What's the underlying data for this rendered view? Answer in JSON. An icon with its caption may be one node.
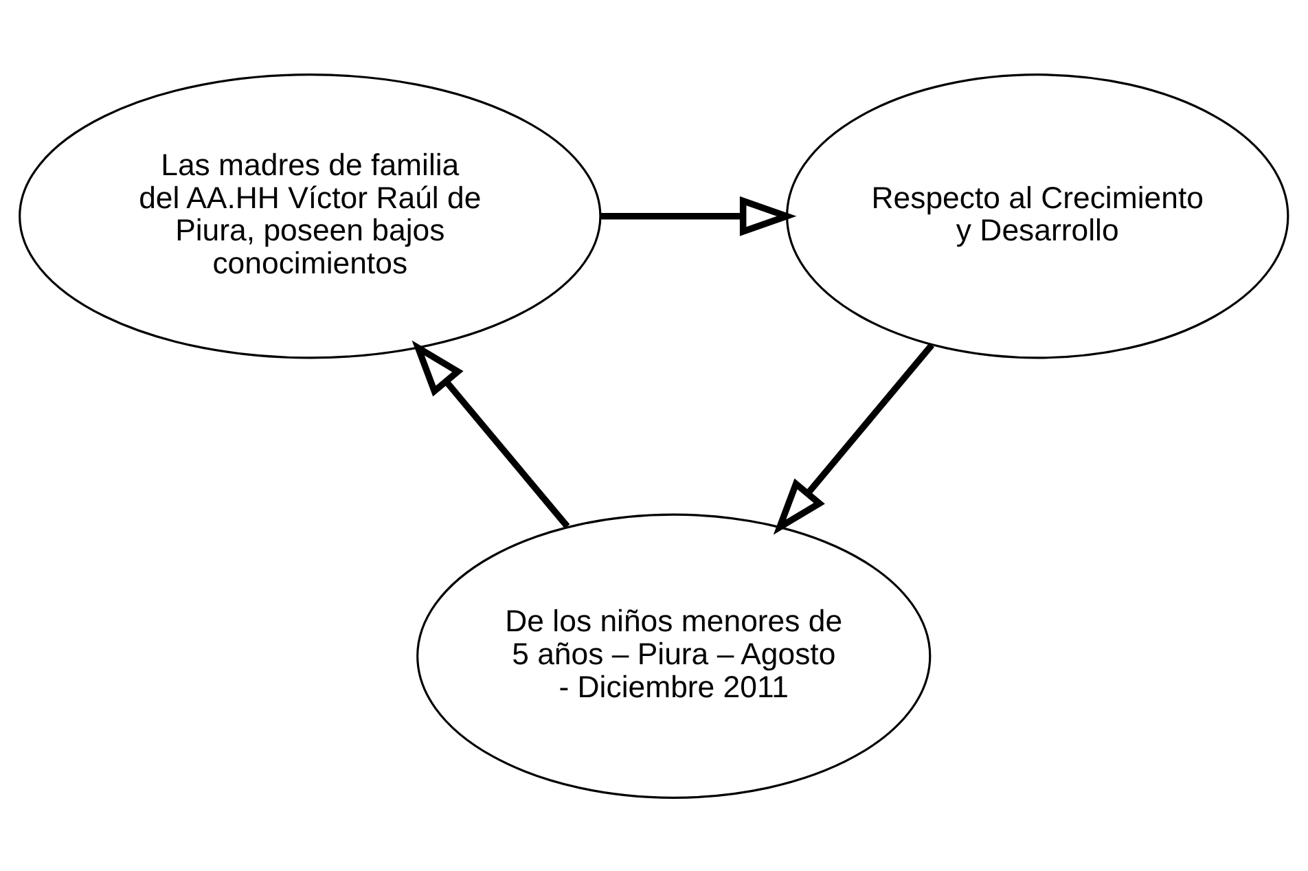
{
  "diagram": {
    "nodes": [
      {
        "text": [
          "Las madres de familia del AA.HH Víctor Raúl de Piura, poseen bajos conocimientos"
        ]
      },
      {
        "text": [
          "Respecto al Crecimiento y Desarrollo"
        ]
      },
      {
        "text": [
          "De los niños menores de 5 años – Piura – Agosto - Diciembre 2011"
        ]
      }
    ],
    "edges": [
      {
        "from": 0,
        "to": 1,
        "arrow": "to"
      },
      {
        "from": 1,
        "to": 2,
        "arrow": "to"
      },
      {
        "from": 2,
        "to": 0,
        "arrow": "to"
      }
    ]
  }
}
